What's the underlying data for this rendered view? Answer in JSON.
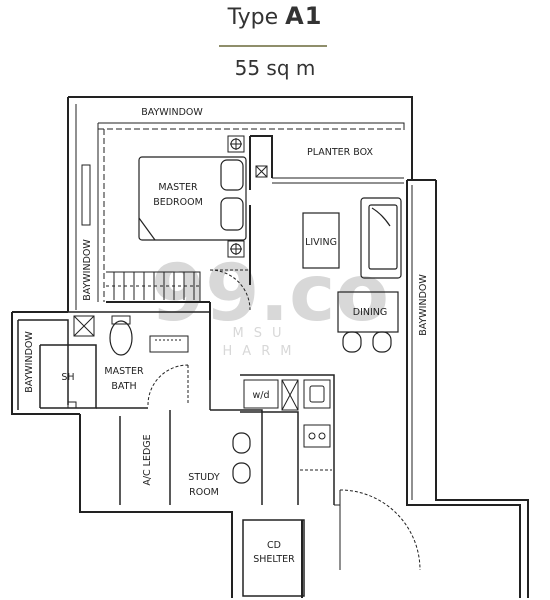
{
  "header": {
    "type_word": "Type",
    "type_code": "A1",
    "area": "55 sq m"
  },
  "rooms": {
    "baywindow_top": "BAYWINDOW",
    "planter_box": "PLANTER BOX",
    "master_bedroom_line1": "MASTER",
    "master_bedroom_line2": "BEDROOM",
    "living": "LIVING",
    "dining": "DINING",
    "baywindow_left": "BAYWINDOW",
    "baywindow_right": "BAYWINDOW",
    "baywindow_bath": "BAYWINDOW",
    "shower": "SH",
    "master_bath_line1": "MASTER",
    "master_bath_line2": "BATH",
    "washer_dryer": "w/d",
    "ac_ledge": "A/C LEDGE",
    "study_line1": "STUDY",
    "study_line2": "ROOM",
    "cd_shelter_line1": "CD",
    "cd_shelter_line2": "SHELTER"
  },
  "watermark": {
    "main": "99.co",
    "sub1": "MSU",
    "sub2": "HARM"
  },
  "colors": {
    "wall": "#222222",
    "accent_rule": "#8f8e6b",
    "watermark": "#d8d8d8"
  }
}
